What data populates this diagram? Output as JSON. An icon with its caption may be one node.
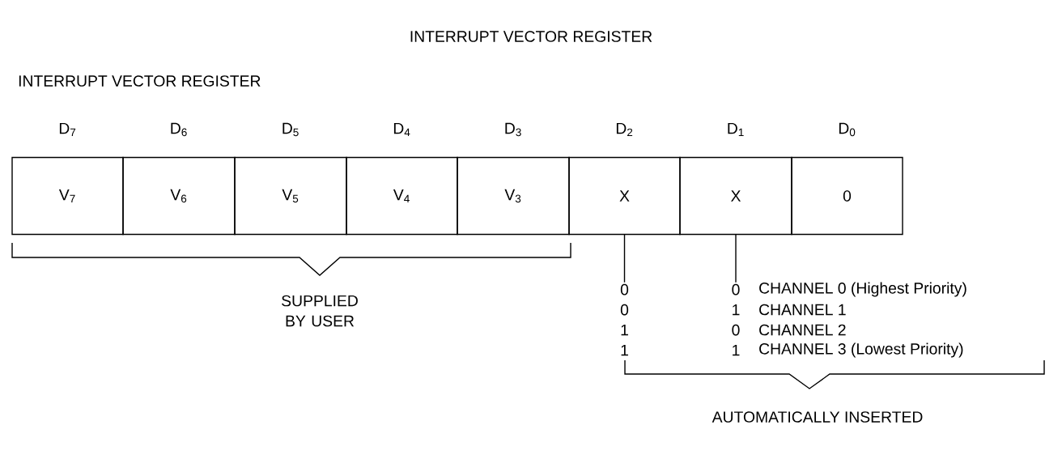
{
  "diagram": {
    "title": "INTERRUPT VECTOR REGISTER",
    "nodes": [
      {
        "text": [
          "V$_{7}$"
        ]
      },
      {
        "text": [
          "V$_{6}$"
        ]
      },
      {
        "text": [
          "V$_{5}$"
        ]
      },
      {
        "text": [
          "V$_{4}$"
        ]
      },
      {
        "text": [
          "V$_{3}$"
        ]
      },
      {
        "text": [
          "X"
        ]
      },
      {
        "text": [
          "X"
        ]
      },
      {
        "text": [
          "0"
        ]
      },
      {
        "text": [
          "0",
          "0",
          "1",
          "1"
        ]
      },
      {
        "text": [
          "0",
          "1",
          "0",
          "1"
        ]
      }
    ],
    "edges": [
      {
        "from": 5,
        "to": 8,
        "arrow": "none"
      },
      {
        "from": 6,
        "to": 9,
        "arrow": "none"
      }
    ],
    "labels": [
      "INTERRUPT VECTOR REGISTER",
      "D$_{7}$",
      "D$_{6}$",
      "D$_{5}$",
      "D$_{4}$",
      "D$_{3}$",
      "D$_{2}$",
      "D$_{1}$",
      "D$_{0}$",
      "SUPPLIED BY USER",
      "CHANNEL 0 (Highest Priority)",
      "CHANNEL 1",
      "CHANNEL 2",
      "CHANNEL 3 (Lowest Priority)",
      "AUTOMATICALLY INSERTED"
    ]
  }
}
